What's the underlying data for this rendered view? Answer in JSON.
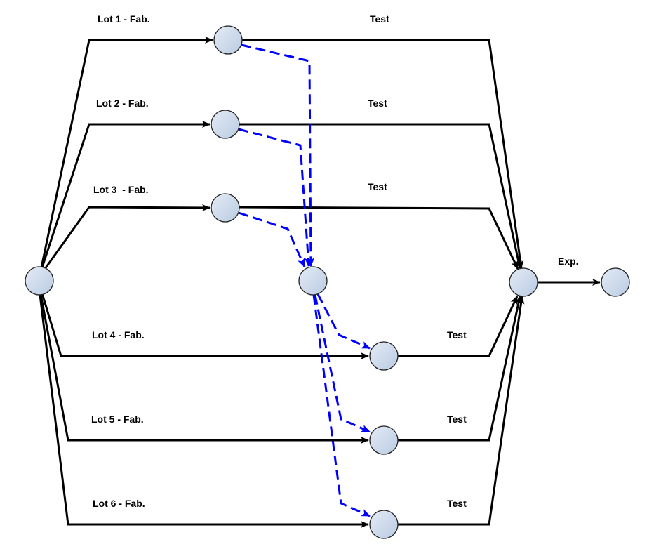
{
  "diagram": {
    "lots": [
      {
        "fab_label": "Lot 1 - Fab.",
        "test_label": "Test"
      },
      {
        "fab_label": "Lot 2 - Fab.",
        "test_label": "Test"
      },
      {
        "fab_label": "Lot 3  - Fab.",
        "test_label": "Test"
      },
      {
        "fab_label": "Lot 4 - Fab.",
        "test_label": "Test"
      },
      {
        "fab_label": "Lot 5 - Fab.",
        "test_label": "Test"
      },
      {
        "fab_label": "Lot 6 - Fab.",
        "test_label": "Test"
      }
    ],
    "exp_label": "Exp.",
    "colors": {
      "edge": "#000000",
      "dependency": "#0000ff",
      "node_fill_light": "#e4ebf5",
      "node_fill_dark": "#b9cbe2",
      "node_stroke": "#222222"
    }
  }
}
